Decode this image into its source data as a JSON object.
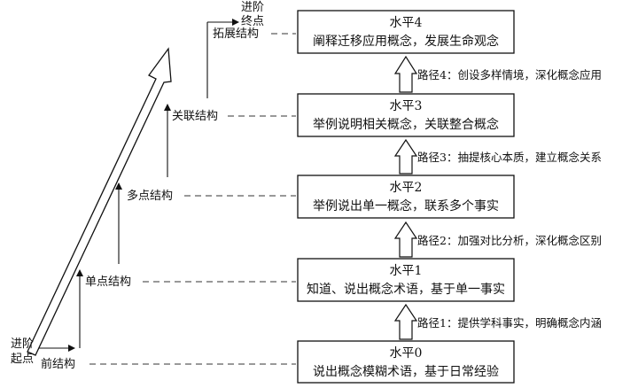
{
  "markers": {
    "start_line1": "进阶",
    "start_line2": "起点",
    "end_line1": "进阶",
    "end_line2": "终点"
  },
  "stages": [
    "前结构",
    "单点结构",
    "多点结构",
    "关联结构",
    "拓展结构"
  ],
  "levels": [
    {
      "title": "水平0",
      "desc": "说出概念模糊术语，基于日常经验"
    },
    {
      "title": "水平1",
      "desc": "知道、说出概念术语，基于单一事实"
    },
    {
      "title": "水平2",
      "desc": "举例说出单一概念，联系多个事实"
    },
    {
      "title": "水平3",
      "desc": "举例说明相关概念，关联整合概念"
    },
    {
      "title": "水平4",
      "desc": "阐释迁移应用概念，发展生命观念"
    }
  ],
  "paths": [
    "路径1：提供学科事实，明确概念内涵",
    "路径2：加强对比分析，深化概念区别",
    "路径3：抽提核心本质，建立概念关系",
    "路径4：创设多样情境，深化概念应用"
  ]
}
